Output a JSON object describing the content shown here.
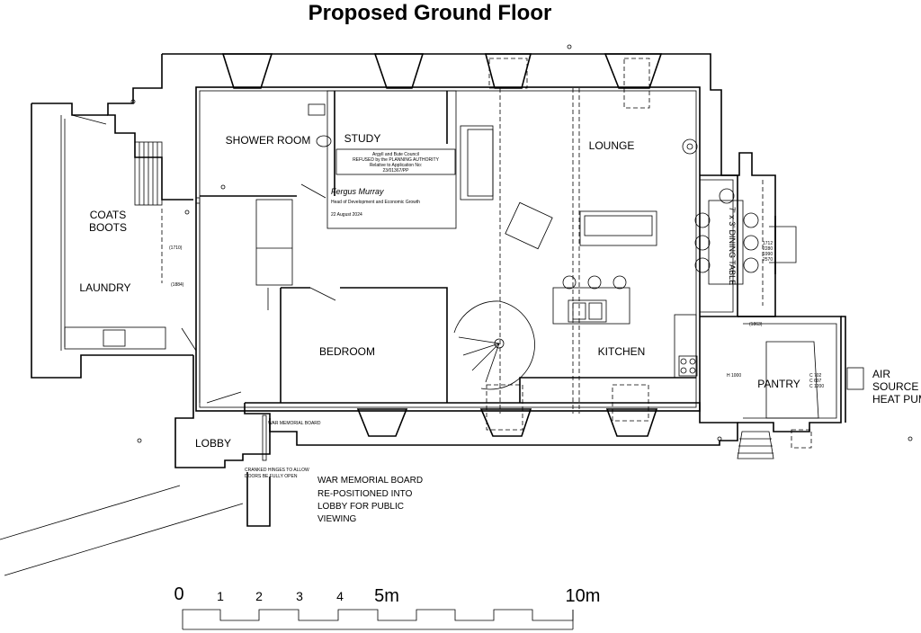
{
  "plan": {
    "title": "Proposed Ground Floor",
    "rooms": {
      "shower_room": "SHOWER ROOM",
      "study": "STUDY",
      "lounge": "LOUNGE",
      "coats": "COATS",
      "boots": "BOOTS",
      "laundry": "LAUNDRY",
      "bedroom": "BEDROOM",
      "kitchen": "KITCHEN",
      "lobby": "LOBBY",
      "pantry": "PANTRY"
    },
    "dining_table_label": "7' x 3' DINING TABLE",
    "air_source": [
      "AIR",
      "SOURCE",
      "HEAT PUMP"
    ],
    "note_lines": [
      "WAR MEMORIAL BOARD",
      "RE-POSITIONED INTO",
      "LOBBY FOR PUBLIC",
      "VIEWING"
    ],
    "stamp": {
      "line1": "Argyll and Bute Council",
      "line2": "REFUSED by the PLANNING AUTHORITY",
      "line3": "Relative to Application No:",
      "line4": "23/01367/PP",
      "signature": "Fergus Murray",
      "line5": "Head of Development and Economic Growth",
      "line6": "22 August 2024"
    },
    "small_labels": {
      "memorial_board": "WAR MEMORIAL BOARD",
      "hinges_line1": "CRANKED HINGES TO ALLOW",
      "hinges_line2": "DOORS BE FULLY OPEN",
      "dim_1": "(1710)",
      "dim_2": "(1884)",
      "dim_3": "(1863)",
      "dim_4": "H 1000",
      "dim_5": "1712",
      "dim_6": "2280",
      "dim_7": "1990",
      "dim_8": "2570",
      "dim_9": "C 702",
      "dim_10": "C 697",
      "dim_11": "C 1200"
    },
    "scale_bar": {
      "labels": [
        "0",
        "1",
        "2",
        "3",
        "4",
        "5m",
        "10m"
      ]
    }
  }
}
